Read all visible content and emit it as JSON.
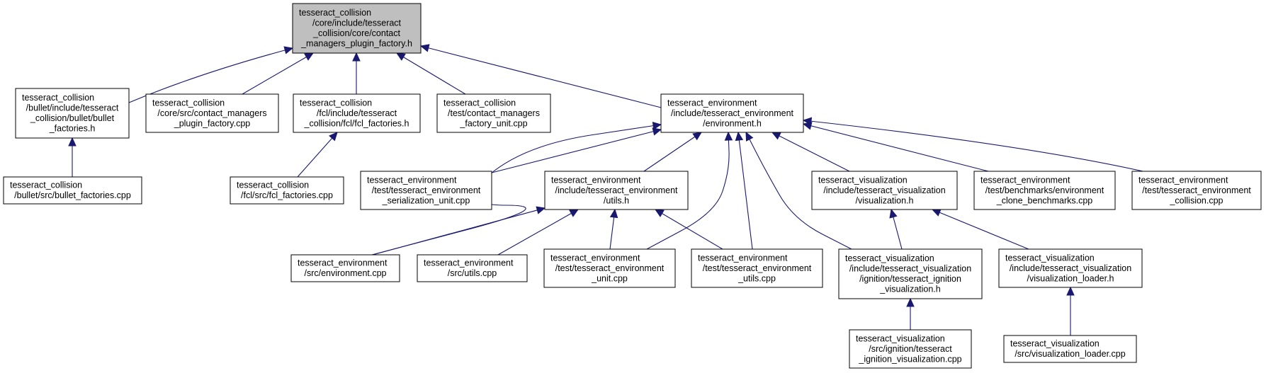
{
  "graph": {
    "colors": {
      "edge": "#191970",
      "focus_fill": "#bfbfbf",
      "node_fill": "#ffffff",
      "border": "#000000"
    },
    "nodes": [
      {
        "id": "factory_h",
        "focus": true,
        "lines": [
          "tesseract_collision",
          "/core/include/tesseract",
          "_collision/core/contact",
          "_managers_plugin_factory.h"
        ]
      },
      {
        "id": "bullet_factories_h",
        "lines": [
          "tesseract_collision",
          "/bullet/include/tesseract",
          "_collision/bullet/bullet",
          "_factories.h"
        ]
      },
      {
        "id": "contact_managers_plugin_factory_cpp",
        "lines": [
          "tesseract_collision",
          "/core/src/contact_managers",
          "_plugin_factory.cpp"
        ]
      },
      {
        "id": "fcl_factories_h",
        "lines": [
          "tesseract_collision",
          "/fcl/include/tesseract",
          "_collision/fcl/fcl_factories.h"
        ]
      },
      {
        "id": "contact_managers_factory_unit_cpp",
        "lines": [
          "tesseract_collision",
          "/test/contact_managers",
          "_factory_unit.cpp"
        ]
      },
      {
        "id": "environment_h",
        "lines": [
          "tesseract_environment",
          "/include/tesseract_environment",
          "/environment.h"
        ]
      },
      {
        "id": "bullet_factories_cpp",
        "lines": [
          "tesseract_collision",
          "/bullet/src/bullet_factories.cpp"
        ]
      },
      {
        "id": "fcl_factories_cpp",
        "lines": [
          "tesseract_collision",
          "/fcl/src/fcl_factories.cpp"
        ]
      },
      {
        "id": "serialization_unit_cpp",
        "lines": [
          "tesseract_environment",
          "/test/tesseract_environment",
          "_serialization_unit.cpp"
        ]
      },
      {
        "id": "utils_h",
        "lines": [
          "tesseract_environment",
          "/include/tesseract_environment",
          "/utils.h"
        ]
      },
      {
        "id": "visualization_h",
        "lines": [
          "tesseract_visualization",
          "/include/tesseract_visualization",
          "/visualization.h"
        ]
      },
      {
        "id": "clone_benchmarks_cpp",
        "lines": [
          "tesseract_environment",
          "/test/benchmarks/environment",
          "_clone_benchmarks.cpp"
        ]
      },
      {
        "id": "env_collision_cpp",
        "lines": [
          "tesseract_environment",
          "/test/tesseract_environment",
          "_collision.cpp"
        ]
      },
      {
        "id": "environment_cpp",
        "lines": [
          "tesseract_environment",
          "/src/environment.cpp"
        ]
      },
      {
        "id": "utils_cpp",
        "lines": [
          "tesseract_environment",
          "/src/utils.cpp"
        ]
      },
      {
        "id": "env_unit_cpp",
        "lines": [
          "tesseract_environment",
          "/test/tesseract_environment",
          "_unit.cpp"
        ]
      },
      {
        "id": "env_utils_cpp",
        "lines": [
          "tesseract_environment",
          "/test/tesseract_environment",
          "_utils.cpp"
        ]
      },
      {
        "id": "ignition_visualization_h",
        "lines": [
          "tesseract_visualization",
          "/include/tesseract_visualization",
          "/ignition/tesseract_ignition",
          "_visualization.h"
        ]
      },
      {
        "id": "visualization_loader_h",
        "lines": [
          "tesseract_visualization",
          "/include/tesseract_visualization",
          "/visualization_loader.h"
        ]
      },
      {
        "id": "ignition_visualization_cpp",
        "lines": [
          "tesseract_visualization",
          "/src/ignition/tesseract",
          "_ignition_visualization.cpp"
        ]
      },
      {
        "id": "visualization_loader_cpp",
        "lines": [
          "tesseract_visualization",
          "/src/visualization_loader.cpp"
        ]
      }
    ],
    "edges": [
      {
        "from": "bullet_factories_h",
        "to": "factory_h"
      },
      {
        "from": "contact_managers_plugin_factory_cpp",
        "to": "factory_h"
      },
      {
        "from": "fcl_factories_h",
        "to": "factory_h"
      },
      {
        "from": "contact_managers_factory_unit_cpp",
        "to": "factory_h"
      },
      {
        "from": "environment_h",
        "to": "factory_h"
      },
      {
        "from": "bullet_factories_cpp",
        "to": "bullet_factories_h"
      },
      {
        "from": "fcl_factories_cpp",
        "to": "fcl_factories_h"
      },
      {
        "from": "serialization_unit_cpp",
        "to": "environment_h"
      },
      {
        "from": "environment_cpp",
        "to": "environment_h"
      },
      {
        "from": "utils_h",
        "to": "environment_h"
      },
      {
        "from": "env_unit_cpp",
        "to": "environment_h"
      },
      {
        "from": "env_utils_cpp",
        "to": "environment_h"
      },
      {
        "from": "ignition_visualization_h",
        "to": "environment_h"
      },
      {
        "from": "visualization_h",
        "to": "environment_h"
      },
      {
        "from": "clone_benchmarks_cpp",
        "to": "environment_h"
      },
      {
        "from": "env_collision_cpp",
        "to": "environment_h"
      },
      {
        "from": "environment_cpp",
        "to": "utils_h"
      },
      {
        "from": "utils_cpp",
        "to": "utils_h"
      },
      {
        "from": "env_unit_cpp",
        "to": "utils_h"
      },
      {
        "from": "env_utils_cpp",
        "to": "utils_h"
      },
      {
        "from": "ignition_visualization_h",
        "to": "visualization_h"
      },
      {
        "from": "visualization_loader_h",
        "to": "visualization_h"
      },
      {
        "from": "ignition_visualization_cpp",
        "to": "ignition_visualization_h"
      },
      {
        "from": "visualization_loader_cpp",
        "to": "visualization_loader_h"
      }
    ]
  }
}
